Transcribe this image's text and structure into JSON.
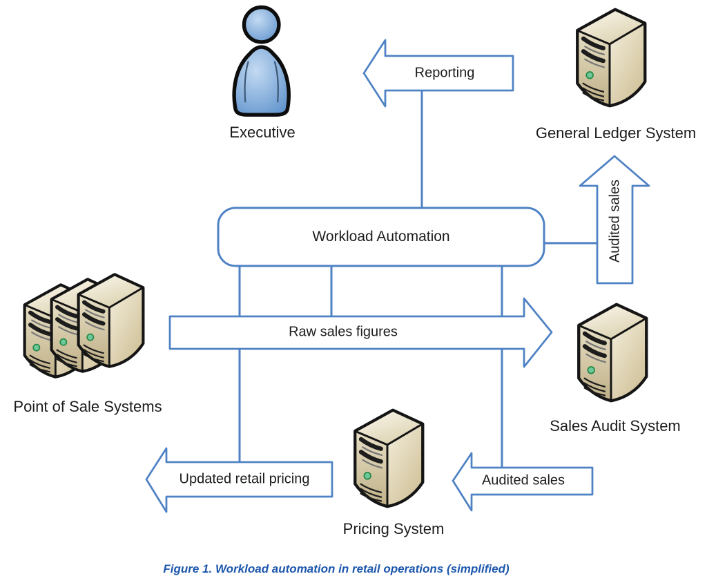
{
  "figure": {
    "caption": "Figure 1. Workload automation in retail operations (simplified)"
  },
  "nodes": {
    "executive": {
      "label": "Executive",
      "icon": "person-icon"
    },
    "general_ledger": {
      "label": "General Ledger System",
      "icon": "server-icon"
    },
    "point_of_sale": {
      "label": "Point of Sale Systems",
      "icon": "server-stack-icon"
    },
    "sales_audit": {
      "label": "Sales Audit System",
      "icon": "server-icon"
    },
    "pricing": {
      "label": "Pricing System",
      "icon": "server-icon"
    },
    "workload_automation": {
      "label": "Workload Automation"
    }
  },
  "flows": {
    "reporting": {
      "label": "Reporting",
      "from": "workload_automation",
      "to": "executive",
      "direction": "left"
    },
    "audited_sales_to_ledger": {
      "label": "Audited sales",
      "from": "workload_automation",
      "to": "general_ledger",
      "direction": "up"
    },
    "raw_sales_figures": {
      "label": "Raw sales figures",
      "from": "point_of_sale",
      "to": "sales_audit",
      "direction": "right"
    },
    "updated_retail_pricing": {
      "label": "Updated retail pricing",
      "from": "workload_automation",
      "to": "point_of_sale",
      "direction": "left"
    },
    "audited_sales_to_pricing": {
      "label": "Audited sales",
      "from": "sales_audit",
      "to": "pricing",
      "direction": "left"
    }
  },
  "colors": {
    "connector_blue": "#4f82c4",
    "caption_blue": "#1d57ad",
    "label_text": "#1c1c1c",
    "arrow_fill": "#ffffff",
    "server_beige": "#d9cda8",
    "person_blue": "#5e92cc",
    "led_green": "#6fc89c"
  }
}
